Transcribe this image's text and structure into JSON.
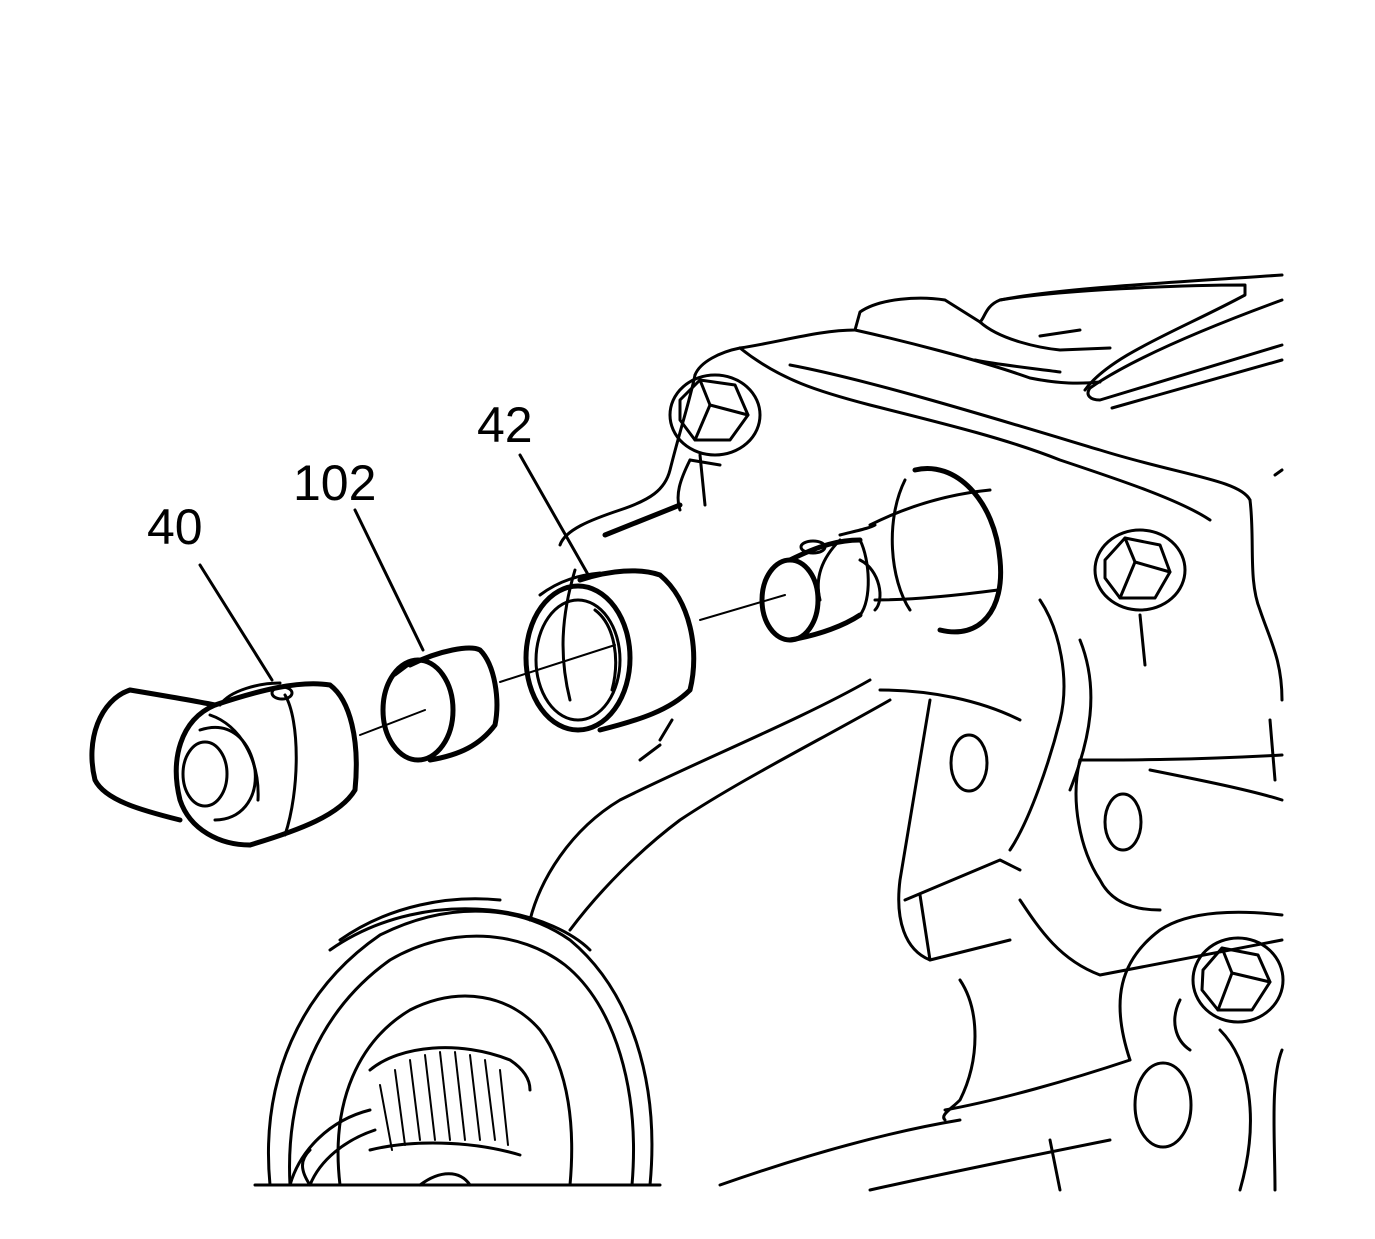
{
  "diagram": {
    "callouts": [
      {
        "id": "40",
        "label": "40"
      },
      {
        "id": "102",
        "label": "102"
      },
      {
        "id": "42",
        "label": "42"
      }
    ],
    "colors": {
      "line": "#000000",
      "background": "#ffffff"
    }
  }
}
